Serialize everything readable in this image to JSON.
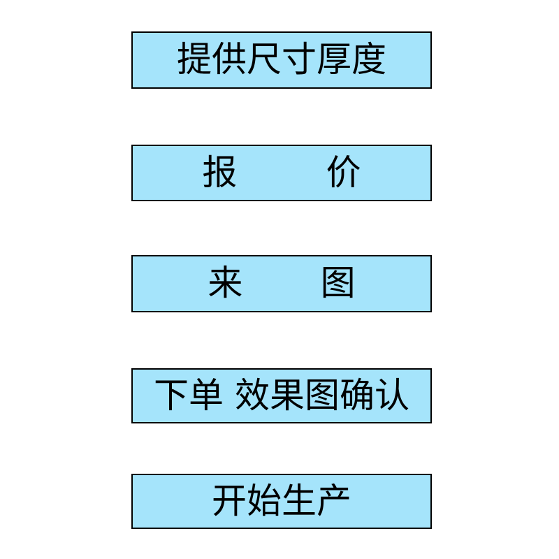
{
  "diagram": {
    "title": "",
    "background_color": "#ffffff",
    "node_fill_color": "#a5e4fb",
    "node_border_color": "#000000",
    "node_text_color": "#000000",
    "nodes": [
      {
        "id": "node-1",
        "label": "提供尺寸厚度",
        "order": 1
      },
      {
        "id": "node-2",
        "label": "报        价",
        "order": 2
      },
      {
        "id": "node-3",
        "label": "来       图",
        "order": 3
      },
      {
        "id": "node-4",
        "label": "下单 效果图确认",
        "order": 4
      },
      {
        "id": "node-5",
        "label": "开始生产",
        "order": 5
      }
    ]
  }
}
